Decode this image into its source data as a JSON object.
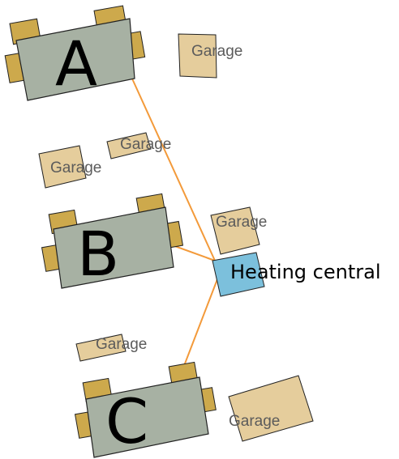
{
  "buildings": {
    "a": {
      "letter": "A"
    },
    "b": {
      "letter": "B"
    },
    "c": {
      "letter": "C"
    }
  },
  "garages": {
    "g1": {
      "label": "Garage"
    },
    "g2": {
      "label": "Garage"
    },
    "g3": {
      "label": "Garage"
    },
    "g4": {
      "label": "Garage"
    },
    "g5": {
      "label": "Garage"
    },
    "g6": {
      "label": "Garage"
    }
  },
  "heating_central": {
    "label": "Heating central"
  },
  "colors": {
    "building_fill": "#a7b1a3",
    "annex_fill": "#cda94c",
    "garage_fill": "#e5cd9c",
    "heating_fill": "#7cc0dc",
    "pipe": "#f39a3a"
  }
}
